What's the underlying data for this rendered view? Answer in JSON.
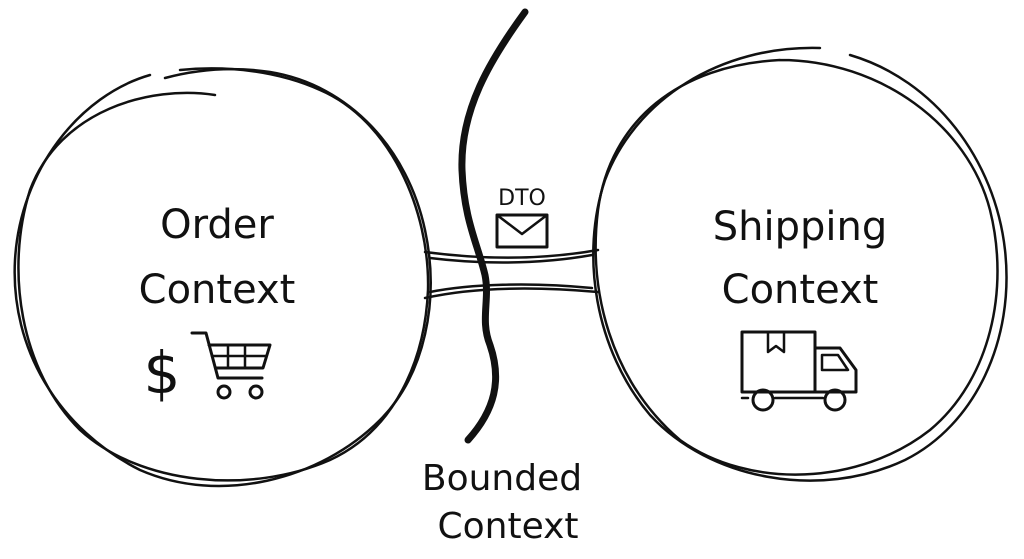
{
  "order_context": {
    "line1": "Order",
    "line2": "Context",
    "currency_symbol": "$",
    "icons": [
      "dollar-icon",
      "shopping-cart-icon"
    ]
  },
  "shipping_context": {
    "line1": "Shipping",
    "line2": "Context",
    "icons": [
      "delivery-truck-icon"
    ]
  },
  "message": {
    "label": "DTO",
    "icon": "envelope-icon"
  },
  "boundary": {
    "line1": "Bounded",
    "line2": "Context"
  },
  "colors": {
    "stroke": "#111111",
    "background": "#ffffff"
  }
}
